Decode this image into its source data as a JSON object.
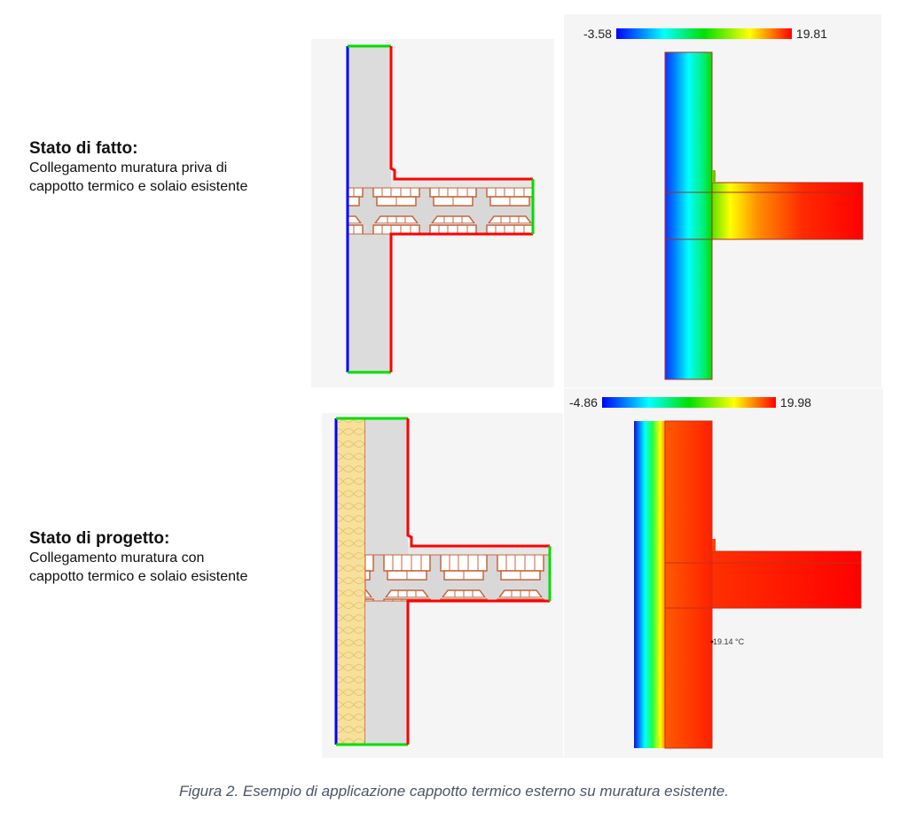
{
  "figure": {
    "caption": "Figura 2. Esempio di applicazione cappotto termico esterno su muratura esistente."
  },
  "sections": [
    {
      "title": "Stato di fatto:",
      "description_line1": "Collegamento muratura priva di",
      "description_line2": "cappotto termico e solaio esistente",
      "thermal_scale": {
        "min": "-3.58",
        "max": "19.81"
      }
    },
    {
      "title": "Stato di progetto:",
      "description_line1": "Collegamento muratura con",
      "description_line2": "cappotto termico e solaio esistente",
      "thermal_scale": {
        "min": "-4.86",
        "max": "19.98"
      },
      "probe_label": "19.14 °C"
    }
  ],
  "colors": {
    "exterior_boundary": "#0000ff",
    "interior_boundary": "#ff0000",
    "adiabatic_boundary": "#00dd00",
    "masonry": "#dcdcdc",
    "insulation": "#f7e09a",
    "brick": "#c8643c",
    "panel_bg": "#f5f5f5",
    "caption": "#4a5568"
  }
}
